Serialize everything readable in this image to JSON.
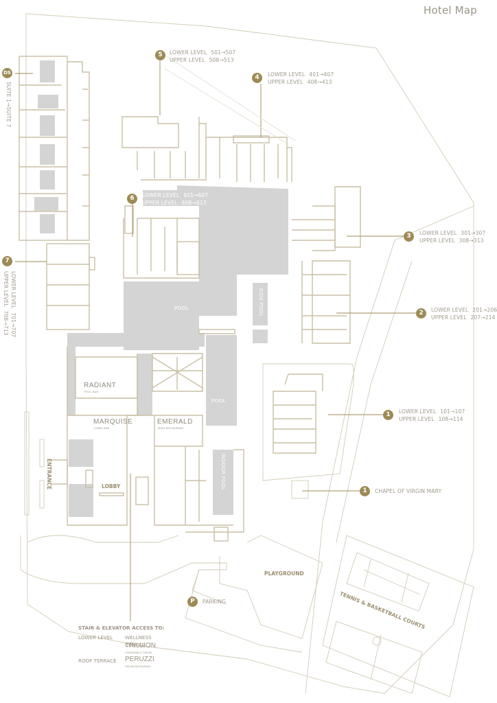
{
  "header": {
    "title": "Hotel Map"
  },
  "colors": {
    "accent": "#9e8a55",
    "wall": "#c8bfa8",
    "fill": "#d4d4d4",
    "text": "#a09a8c"
  },
  "blocks": [
    {
      "id": "block-5",
      "badge": "5",
      "lines": [
        {
          "level": "LOWER LEVEL",
          "range": "501→507"
        },
        {
          "level": "UPPER LEVEL",
          "range": "508→513"
        }
      ]
    },
    {
      "id": "block-4",
      "badge": "4",
      "lines": [
        {
          "level": "LOWER LEVEL",
          "range": "401→407"
        },
        {
          "level": "UPPER LEVEL",
          "range": "408→413"
        }
      ]
    },
    {
      "id": "block-6",
      "badge": "6",
      "lines": [
        {
          "level": "LOWER LEVEL",
          "range": "601→607"
        },
        {
          "level": "UPPER LEVEL",
          "range": "608→613"
        }
      ]
    },
    {
      "id": "block-3",
      "badge": "3",
      "lines": [
        {
          "level": "LOWER LEVEL",
          "range": "301→307"
        },
        {
          "level": "UPPER LEVEL",
          "range": "308→313"
        }
      ]
    },
    {
      "id": "block-2",
      "badge": "2",
      "lines": [
        {
          "level": "LOWER LEVEL",
          "range": "201→206"
        },
        {
          "level": "UPPER LEVEL",
          "range": "207→214"
        }
      ]
    },
    {
      "id": "block-1",
      "badge": "1",
      "lines": [
        {
          "level": "LOWER LEVEL",
          "range": "101→107"
        },
        {
          "level": "UPPER LEVEL",
          "range": "108→114"
        }
      ]
    },
    {
      "id": "block-7",
      "badge": "7",
      "lines": [
        {
          "level": "LOWER LEVEL",
          "range": "701→707"
        },
        {
          "level": "UPPER LEVEL",
          "range": "708→713"
        }
      ]
    },
    {
      "id": "block-ds",
      "badge": "DS",
      "lines": [
        {
          "level": "SUITE 1→SUITE 7",
          "range": ""
        }
      ]
    }
  ],
  "chapel": {
    "badge": "1",
    "label": "CHAPEL OF VIRGIN MARY"
  },
  "parking": {
    "badge": "P",
    "label": "PARKING"
  },
  "places": {
    "playground": "PLAYGROUND",
    "courts": "TENNIS & BASKETBALL COURTS",
    "entrance": "ENTRANCE",
    "lobby": "LOBBY",
    "pool": "POOL",
    "pool2": "POOL",
    "kids_pool": "KIDS POOL",
    "indoor_pool": "INDOOR POOL"
  },
  "venues": {
    "radiant": {
      "name": "RADIANT",
      "sub": "POOL BAR"
    },
    "marquise": {
      "name": "MARQUISE",
      "sub": "LOBBY BAR"
    },
    "emerald": {
      "name": "EMERALD",
      "sub": "MAIN RESTAURANT"
    }
  },
  "access": {
    "heading": "STAIR & ELEVATOR ACCESS TO:",
    "lower_level": "LOWER LEVEL",
    "wellness": "WELLNESS CENTRE",
    "trillion": "TRILLION",
    "trillion_sub": "CONFERENCE CENTRE",
    "roof_terrace": "ROOF TERRACE",
    "peruzzi": "PERUZZI",
    "peruzzi_sub": "ITALIAN RESTAURANT"
  }
}
